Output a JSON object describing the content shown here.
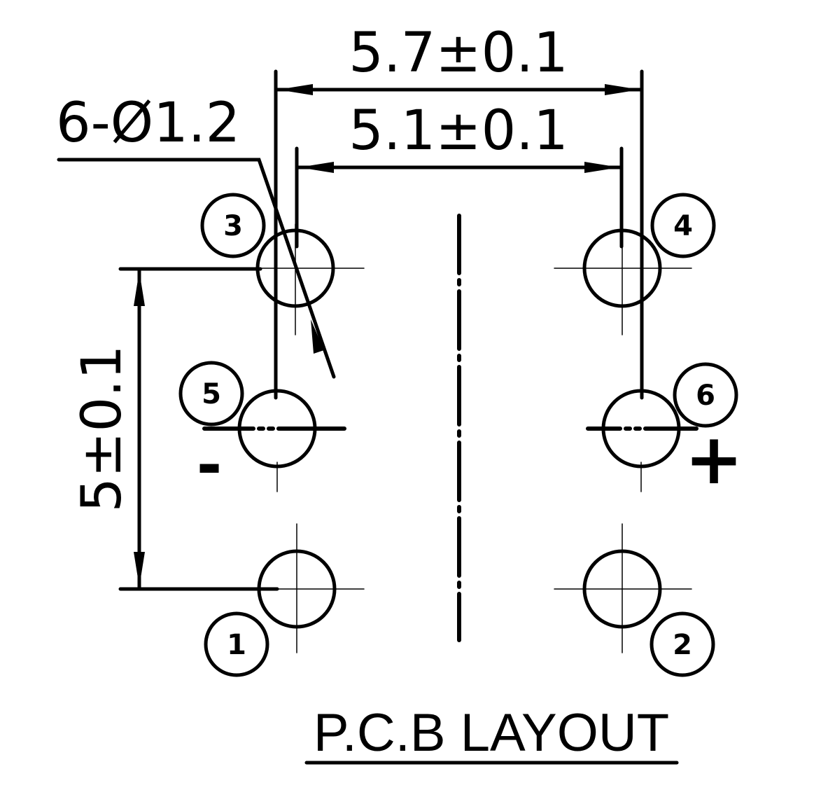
{
  "dimensions": {
    "outer_width": "5.7±0.1",
    "inner_width": "5.1±0.1",
    "holes": "6-Ø1.2",
    "pitch": "5±0.1"
  },
  "pins": {
    "p1": "1",
    "p2": "2",
    "p3": "3",
    "p4": "4",
    "p5": "5",
    "p6": "6"
  },
  "polarity": {
    "minus": "-",
    "plus": "+"
  },
  "title": "P.C.B LAYOUT"
}
